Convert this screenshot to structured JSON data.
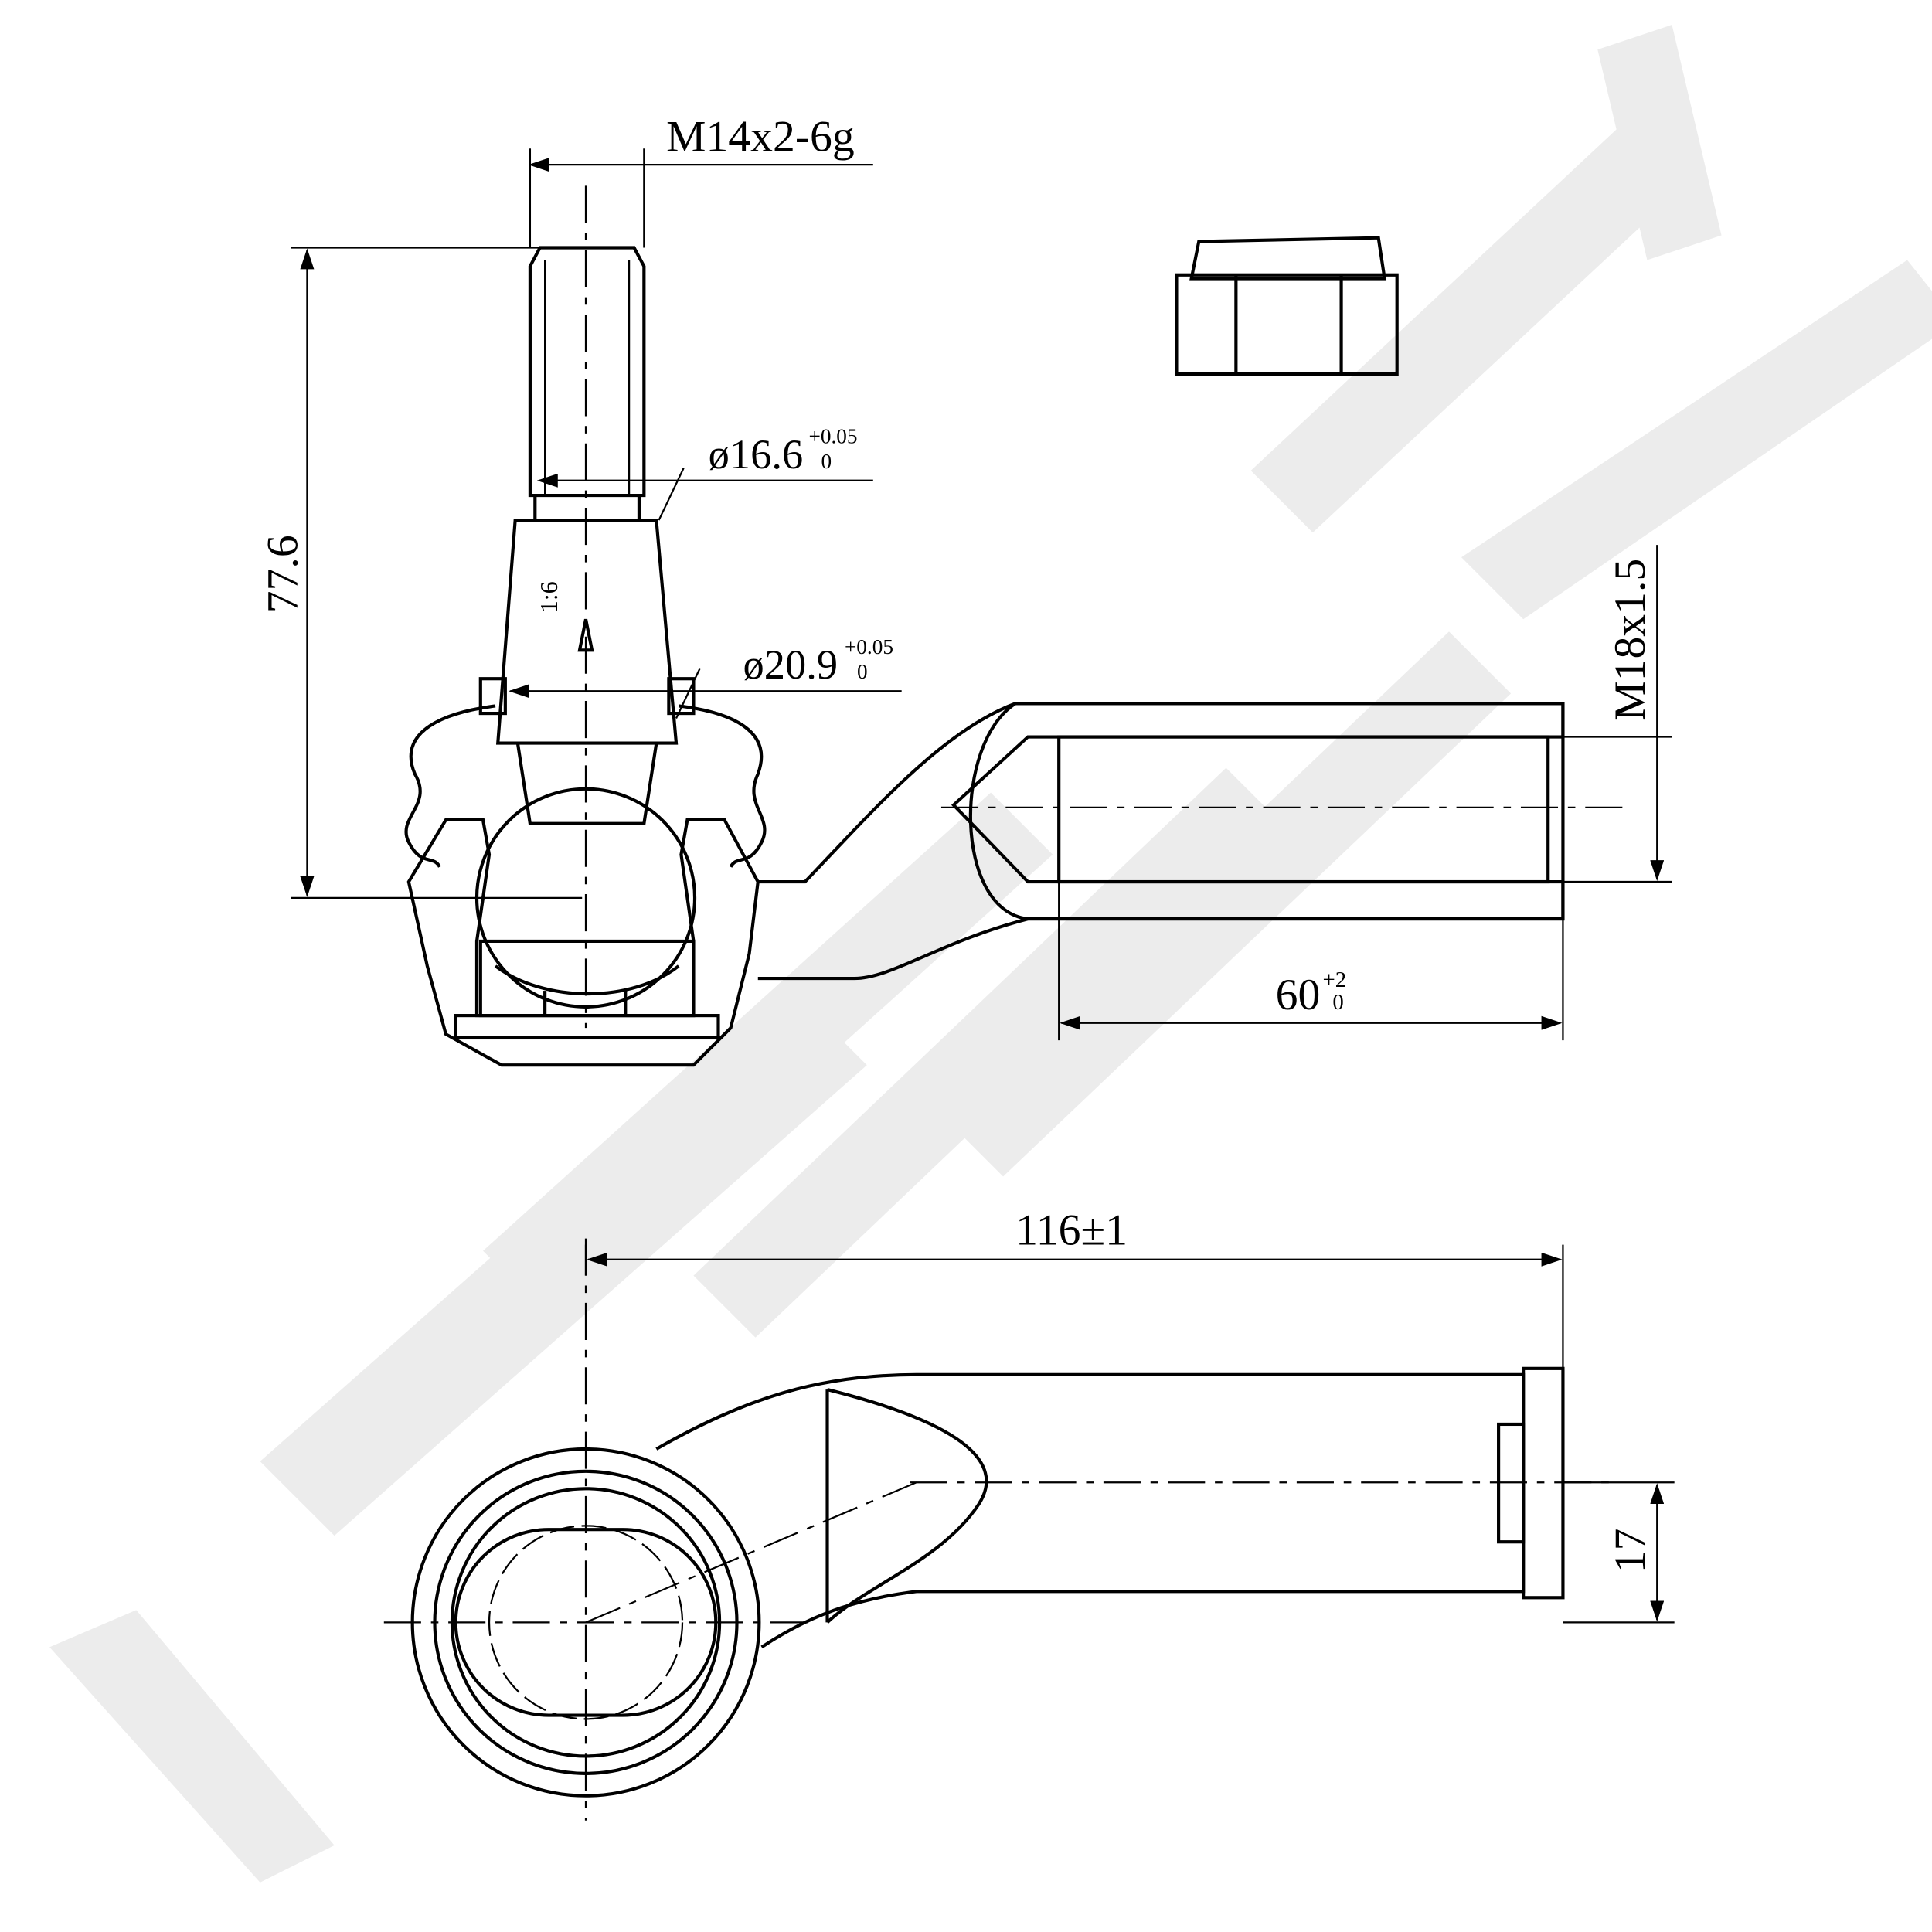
{
  "drawing": {
    "dimensions": {
      "thread_stud": "M14x2-6g",
      "height": "77.6",
      "dia_upper": {
        "value": "ø16.6",
        "upper_tol": "+0.05",
        "lower_tol": "0"
      },
      "dia_lower": {
        "value": "ø20.9",
        "upper_tol": "+0.05",
        "lower_tol": "0"
      },
      "taper": "1:6",
      "thread_internal": "M18x1.5",
      "thread_depth": {
        "value": "60",
        "upper_tol": "+2",
        "lower_tol": "0"
      },
      "length": "116±1",
      "offset": "17"
    },
    "colors": {
      "line": "#000000",
      "watermark": "#ececec"
    }
  }
}
